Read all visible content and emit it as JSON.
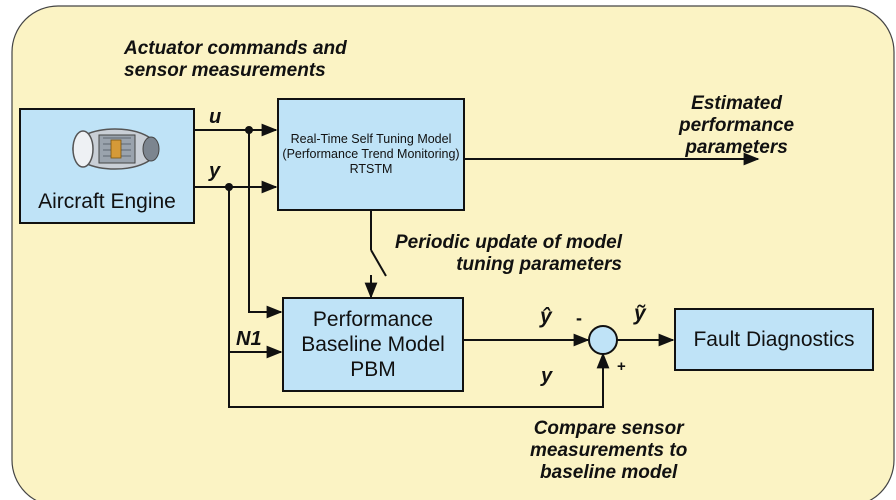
{
  "labels": {
    "actuator_line1": "Actuator commands and",
    "actuator_line2": "sensor measurements",
    "estimated_line1": "Estimated",
    "estimated_line2": "performance",
    "estimated_line3": "parameters",
    "periodic_line1": "Periodic update of model",
    "periodic_line2": "tuning parameters",
    "compare_line1": "Compare sensor",
    "compare_line2": "measurements to",
    "compare_line3": "baseline model"
  },
  "signals": {
    "u": "u",
    "y_top": "y",
    "n1": "N1",
    "y_hat": "ŷ",
    "y_tilde": "ỹ",
    "y_bottom": "y"
  },
  "signs": {
    "minus": "-",
    "plus": "+"
  },
  "boxes": {
    "engine": {
      "label": "Aircraft Engine"
    },
    "rtstm": {
      "lines": [
        "Real-Time Self Tuning Model",
        "(Performance Trend Monitoring)",
        "RTSTM"
      ]
    },
    "pbm": {
      "lines": [
        "Performance",
        "Baseline Model",
        "PBM"
      ]
    },
    "fault": {
      "label": "Fault Diagnostics"
    }
  },
  "colors": {
    "background_panel": "#fbf3c4",
    "box_fill": "#bfe3f7",
    "line": "#111111"
  }
}
